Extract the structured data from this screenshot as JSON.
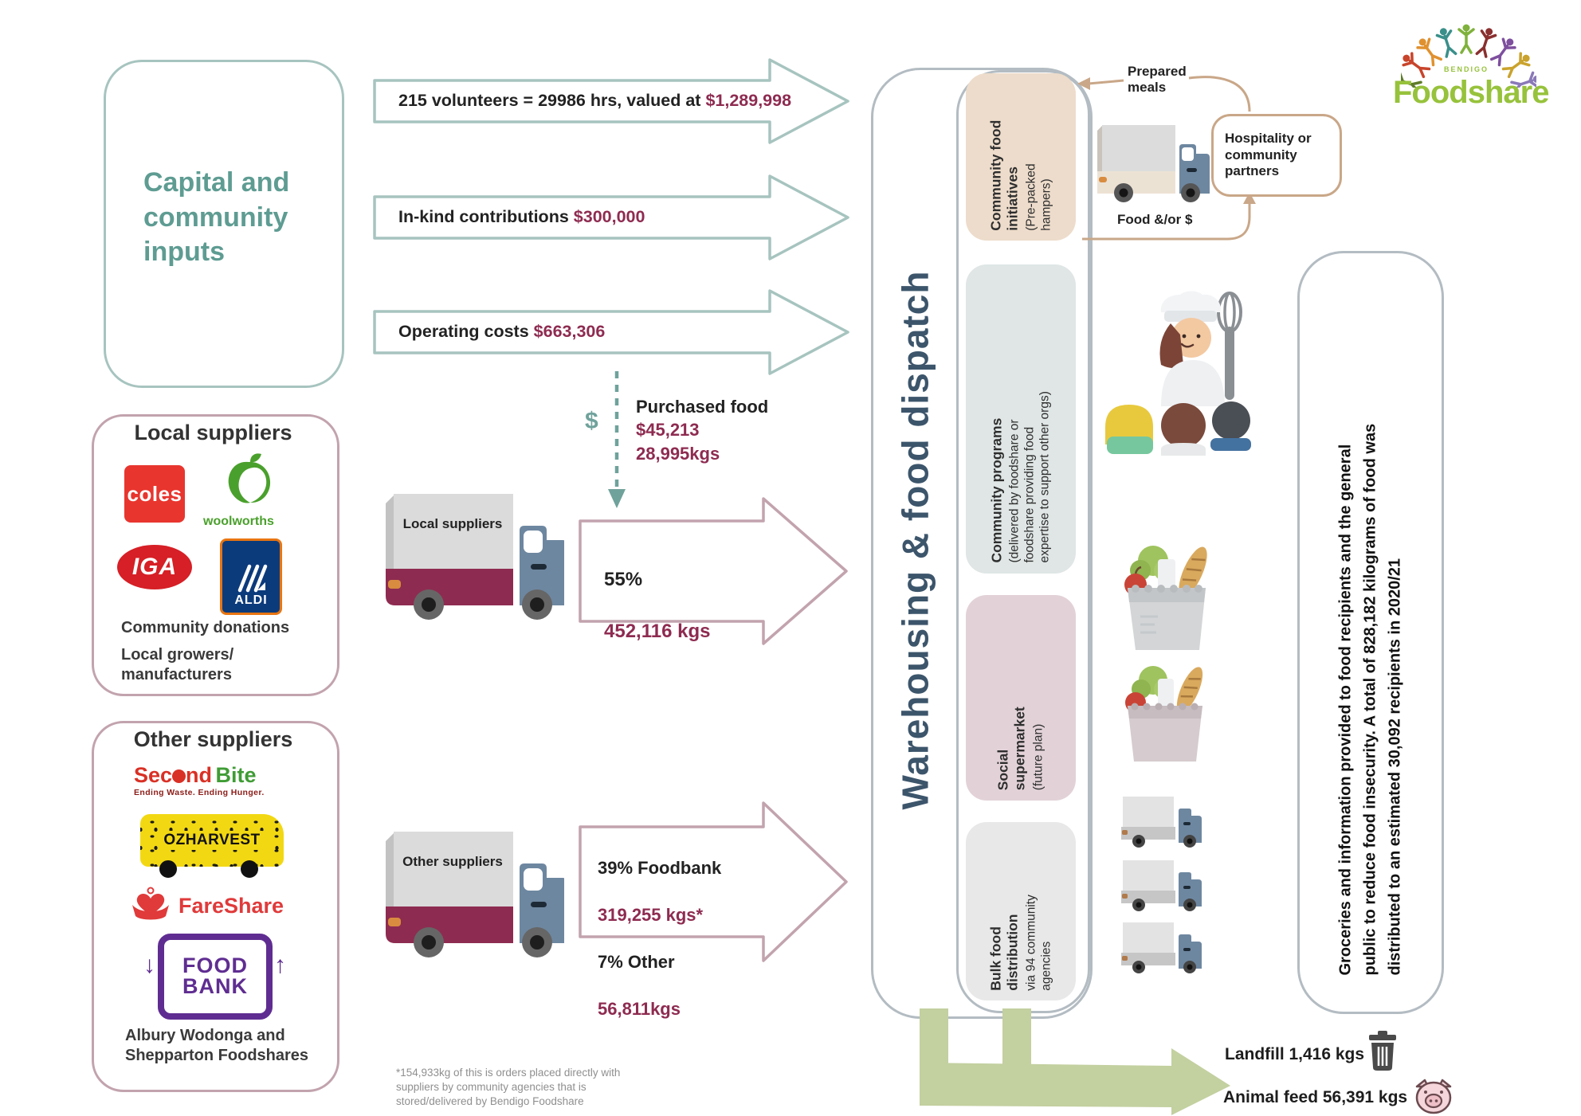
{
  "logo": {
    "brand_small": "BENDIGO",
    "brand": "Foodshare"
  },
  "capital_box": {
    "title": "Capital and\ncommunity\ninputs"
  },
  "input_arrows": [
    {
      "label": "215 volunteers = 29986 hrs, valued at",
      "value": "$1,289,998"
    },
    {
      "label": "In-kind contributions",
      "value": "$300,000"
    },
    {
      "label": "Operating costs",
      "value": "$663,306"
    }
  ],
  "purchased_food": {
    "currency_symbol": "$",
    "title": "Purchased food",
    "amount": "$45,213",
    "weight": "28,995kgs"
  },
  "local_suppliers": {
    "title": "Local suppliers",
    "coles": "coles",
    "woolworths": "woolworths",
    "iga": "IGA",
    "aldi": "ALDI",
    "note1": "Community donations",
    "note2": "Local growers/\nmanufacturers"
  },
  "other_suppliers": {
    "title": "Other suppliers",
    "secondbite_part1": "Sec",
    "secondbite_part2": "nd",
    "secondbite_part3": "Bite",
    "secondbite_tagline": "Ending Waste. Ending Hunger.",
    "ozharvest": "OZHARVEST",
    "fareshare": "FareShare",
    "foodbank_line1": "FOOD",
    "foodbank_line2": "BANK",
    "note": "Albury Wodonga and\nShepparton Foodshares"
  },
  "trucks": {
    "local_label": "Local suppliers",
    "other_label": "Other suppliers"
  },
  "local_flow": {
    "percent": "55%",
    "weight": "452,116 kgs"
  },
  "other_flow": {
    "line1": "39% Foodbank",
    "line2": "319,255 kgs*",
    "line3": "7% Other",
    "line4": "56,811kgs"
  },
  "footnote": "*154,933kg of this is orders placed directly with\nsuppliers by community agencies that is\nstored/delivered by Bendigo Foodshare",
  "warehouse": {
    "title": "Warehousing & food dispatch",
    "categories": [
      {
        "title": "Community food\ninitiatives",
        "subtitle": "(Pre-packed\nhampers)"
      },
      {
        "title": "Community programs",
        "subtitle": "(delivered by foodshare or\nfoodshare providing food\nexpertise to support other orgs)"
      },
      {
        "title": "Social\nsupermarket",
        "subtitle": "(future plan)"
      },
      {
        "title": "Bulk food\ndistribution",
        "subtitle": "via 94 community\nagencies"
      }
    ]
  },
  "hampers_flow": {
    "prepared_meals": "Prepared\nmeals",
    "partners": "Hospitality or community partners",
    "food_label": "Food &/or $"
  },
  "outcome": {
    "summary": "Groceries and information provided to food recipients and the general\npublic to reduce food insecurity. A total of 828,182 kilograms of food was\ndistributed to an estimated 30,092 recipients in 2020/21"
  },
  "waste": {
    "landfill": "Landfill 1,416 kgs",
    "animal_feed": "Animal feed 56,391 kgs"
  },
  "colors": {
    "teal": "#5e9c92",
    "maroon": "#8e2b50",
    "navy": "#3c556b",
    "logo_green": "#97c23c",
    "arrow_teal": "#a7c4bf",
    "arrow_pink": "#c2a3ae",
    "arrow_green": "#c3d0a0",
    "connector_tan": "#c9a788"
  }
}
